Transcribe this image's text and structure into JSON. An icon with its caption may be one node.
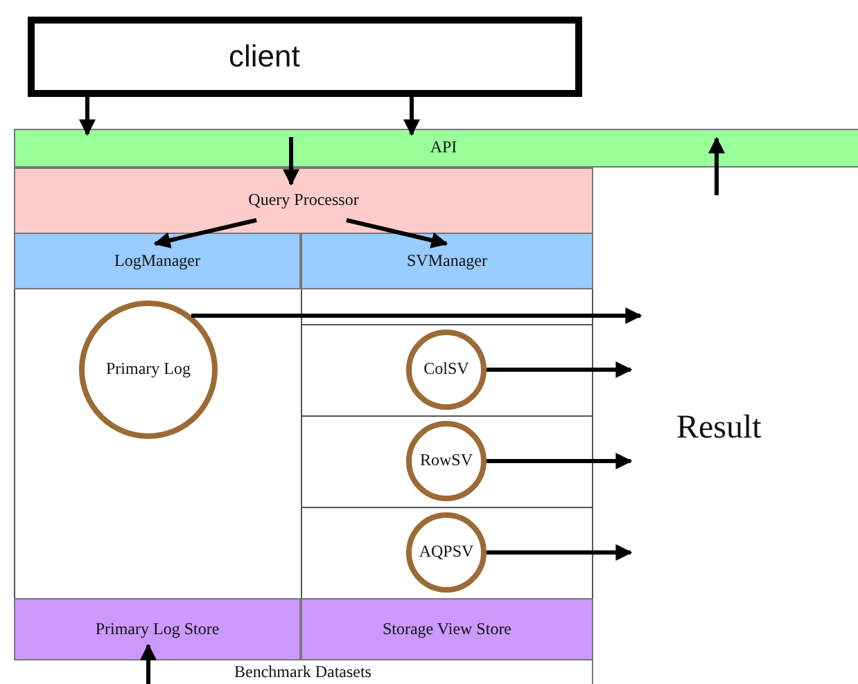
{
  "diagram": {
    "nodes": [
      {
        "text": [
          "client"
        ]
      },
      {
        "text": [
          "API"
        ]
      },
      {
        "text": [
          "Query Processor"
        ]
      },
      {
        "text": [
          "LogManager"
        ]
      },
      {
        "text": [
          "SVManager"
        ]
      },
      {
        "text": [
          "Primary Log"
        ]
      },
      {
        "text": [
          "ColSV"
        ]
      },
      {
        "text": [
          "RowSV"
        ]
      },
      {
        "text": [
          "AQPSV"
        ]
      },
      {
        "text": [
          "Primary Log Store"
        ]
      },
      {
        "text": [
          "Storage View Store"
        ]
      },
      {
        "text": [
          "Benchmark Datasets"
        ]
      }
    ],
    "edges": [
      {
        "from": 0,
        "to": 1,
        "arrow": "to"
      },
      {
        "from": 0,
        "to": 1,
        "arrow": "to"
      },
      {
        "from": 1,
        "to": 2,
        "arrow": "to"
      },
      {
        "from": 2,
        "to": 3,
        "arrow": "to"
      },
      {
        "from": 2,
        "to": 4,
        "arrow": "to"
      },
      {
        "from": 5,
        "to": null,
        "arrow": "to"
      },
      {
        "from": 6,
        "to": null,
        "arrow": "to"
      },
      {
        "from": 7,
        "to": null,
        "arrow": "to"
      },
      {
        "from": 8,
        "to": null,
        "arrow": "to"
      },
      {
        "from": null,
        "to": 1,
        "arrow": "to"
      },
      {
        "from": 11,
        "to": 9,
        "arrow": "to"
      }
    ],
    "labels": [
      "Result"
    ]
  }
}
